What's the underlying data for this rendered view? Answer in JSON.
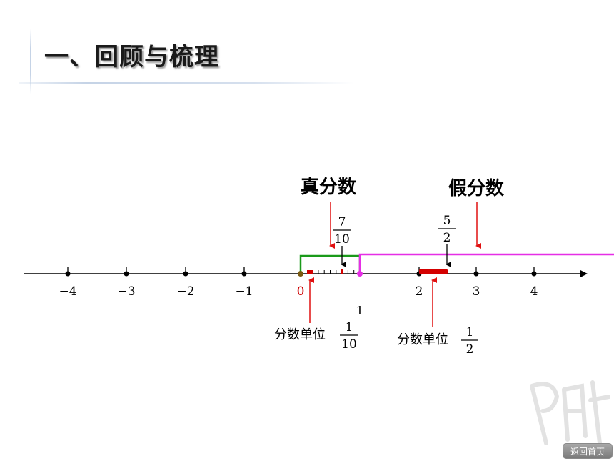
{
  "title": "一、回顾与梳理",
  "labels": {
    "proper": "真分数",
    "improper": "假分数",
    "unit_label_1": "分数单位",
    "unit_label_2": "分数单位",
    "stray_one": "1"
  },
  "fractions": {
    "seven_tenths": {
      "num": "7",
      "den": "10"
    },
    "five_halves": {
      "num": "5",
      "den": "2"
    },
    "one_tenth": {
      "num": "1",
      "den": "10"
    },
    "one_half": {
      "num": "1",
      "den": "2"
    }
  },
  "ticks": [
    {
      "value": -4,
      "label": "−4"
    },
    {
      "value": -3,
      "label": "−3"
    },
    {
      "value": -2,
      "label": "−2"
    },
    {
      "value": -1,
      "label": "−1"
    },
    {
      "value": 0,
      "label": "0"
    },
    {
      "value": 1,
      "label": ""
    },
    {
      "value": 2,
      "label": "2"
    },
    {
      "value": 3,
      "label": "3"
    },
    {
      "value": 4,
      "label": "4"
    }
  ],
  "colors": {
    "axis": "#000000",
    "proper_range": "#1a9a1a",
    "improper_range": "#e62ee6",
    "arrow_red": "#e01010",
    "zero_label": "#cc0000",
    "unit_bar": "#d40000"
  },
  "button": {
    "home": "返回首页"
  }
}
